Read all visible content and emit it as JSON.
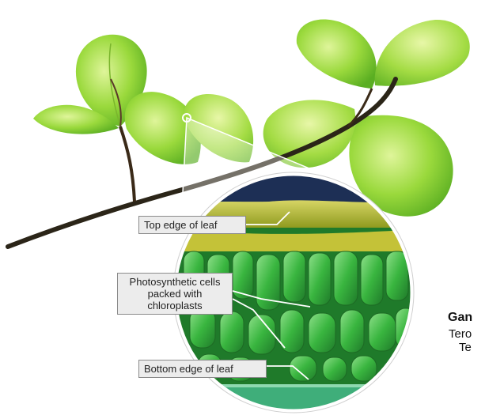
{
  "diagram": {
    "labels": {
      "top_edge": "Top edge of leaf",
      "photosynthetic_cells": "Photosynthetic cells packed with chloroplasts",
      "bottom_edge": "Bottom edge of leaf"
    }
  },
  "partial_caption": {
    "line1": "Gan",
    "line2": "Tero",
    "line3": "Te"
  },
  "colors": {
    "leaf": "#8fd336",
    "leaf_dark": "#5fae22",
    "stem": "#2b2518",
    "cell_green": "#35b83a",
    "upper_epidermis": "#b8b83a",
    "sky_navy": "#1d2f55"
  }
}
